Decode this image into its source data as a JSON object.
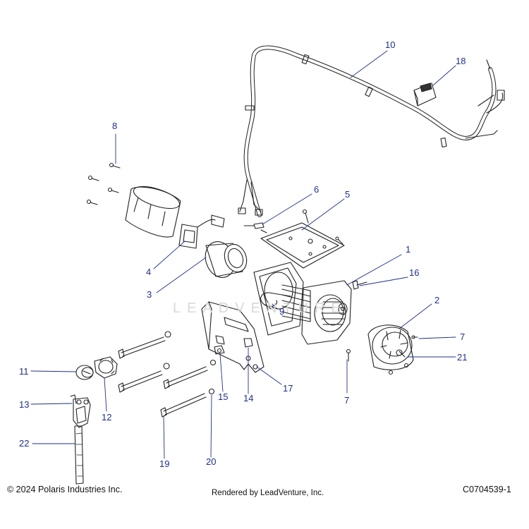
{
  "callouts": {
    "c1": "1",
    "c2": "2",
    "c3": "3",
    "c4": "4",
    "c5": "5",
    "c6": "6",
    "c7a": "7",
    "c7b": "7",
    "c8": "8",
    "c9": "9",
    "c10": "10",
    "c11": "11",
    "c12": "12",
    "c13": "13",
    "c14": "14",
    "c15": "15",
    "c16": "16",
    "c17": "17",
    "c18": "18",
    "c19": "19",
    "c20": "20",
    "c21": "21",
    "c22": "22"
  },
  "watermark": "LEADVENTURE",
  "footer": {
    "copyright": "© 2024 Polaris Industries Inc.",
    "rendered_by": "Rendered by LeadVenture, Inc.",
    "diagram_code": "C0704539-1"
  },
  "colors": {
    "callout_text": "#1f2f8f",
    "line_art": "#222222"
  }
}
